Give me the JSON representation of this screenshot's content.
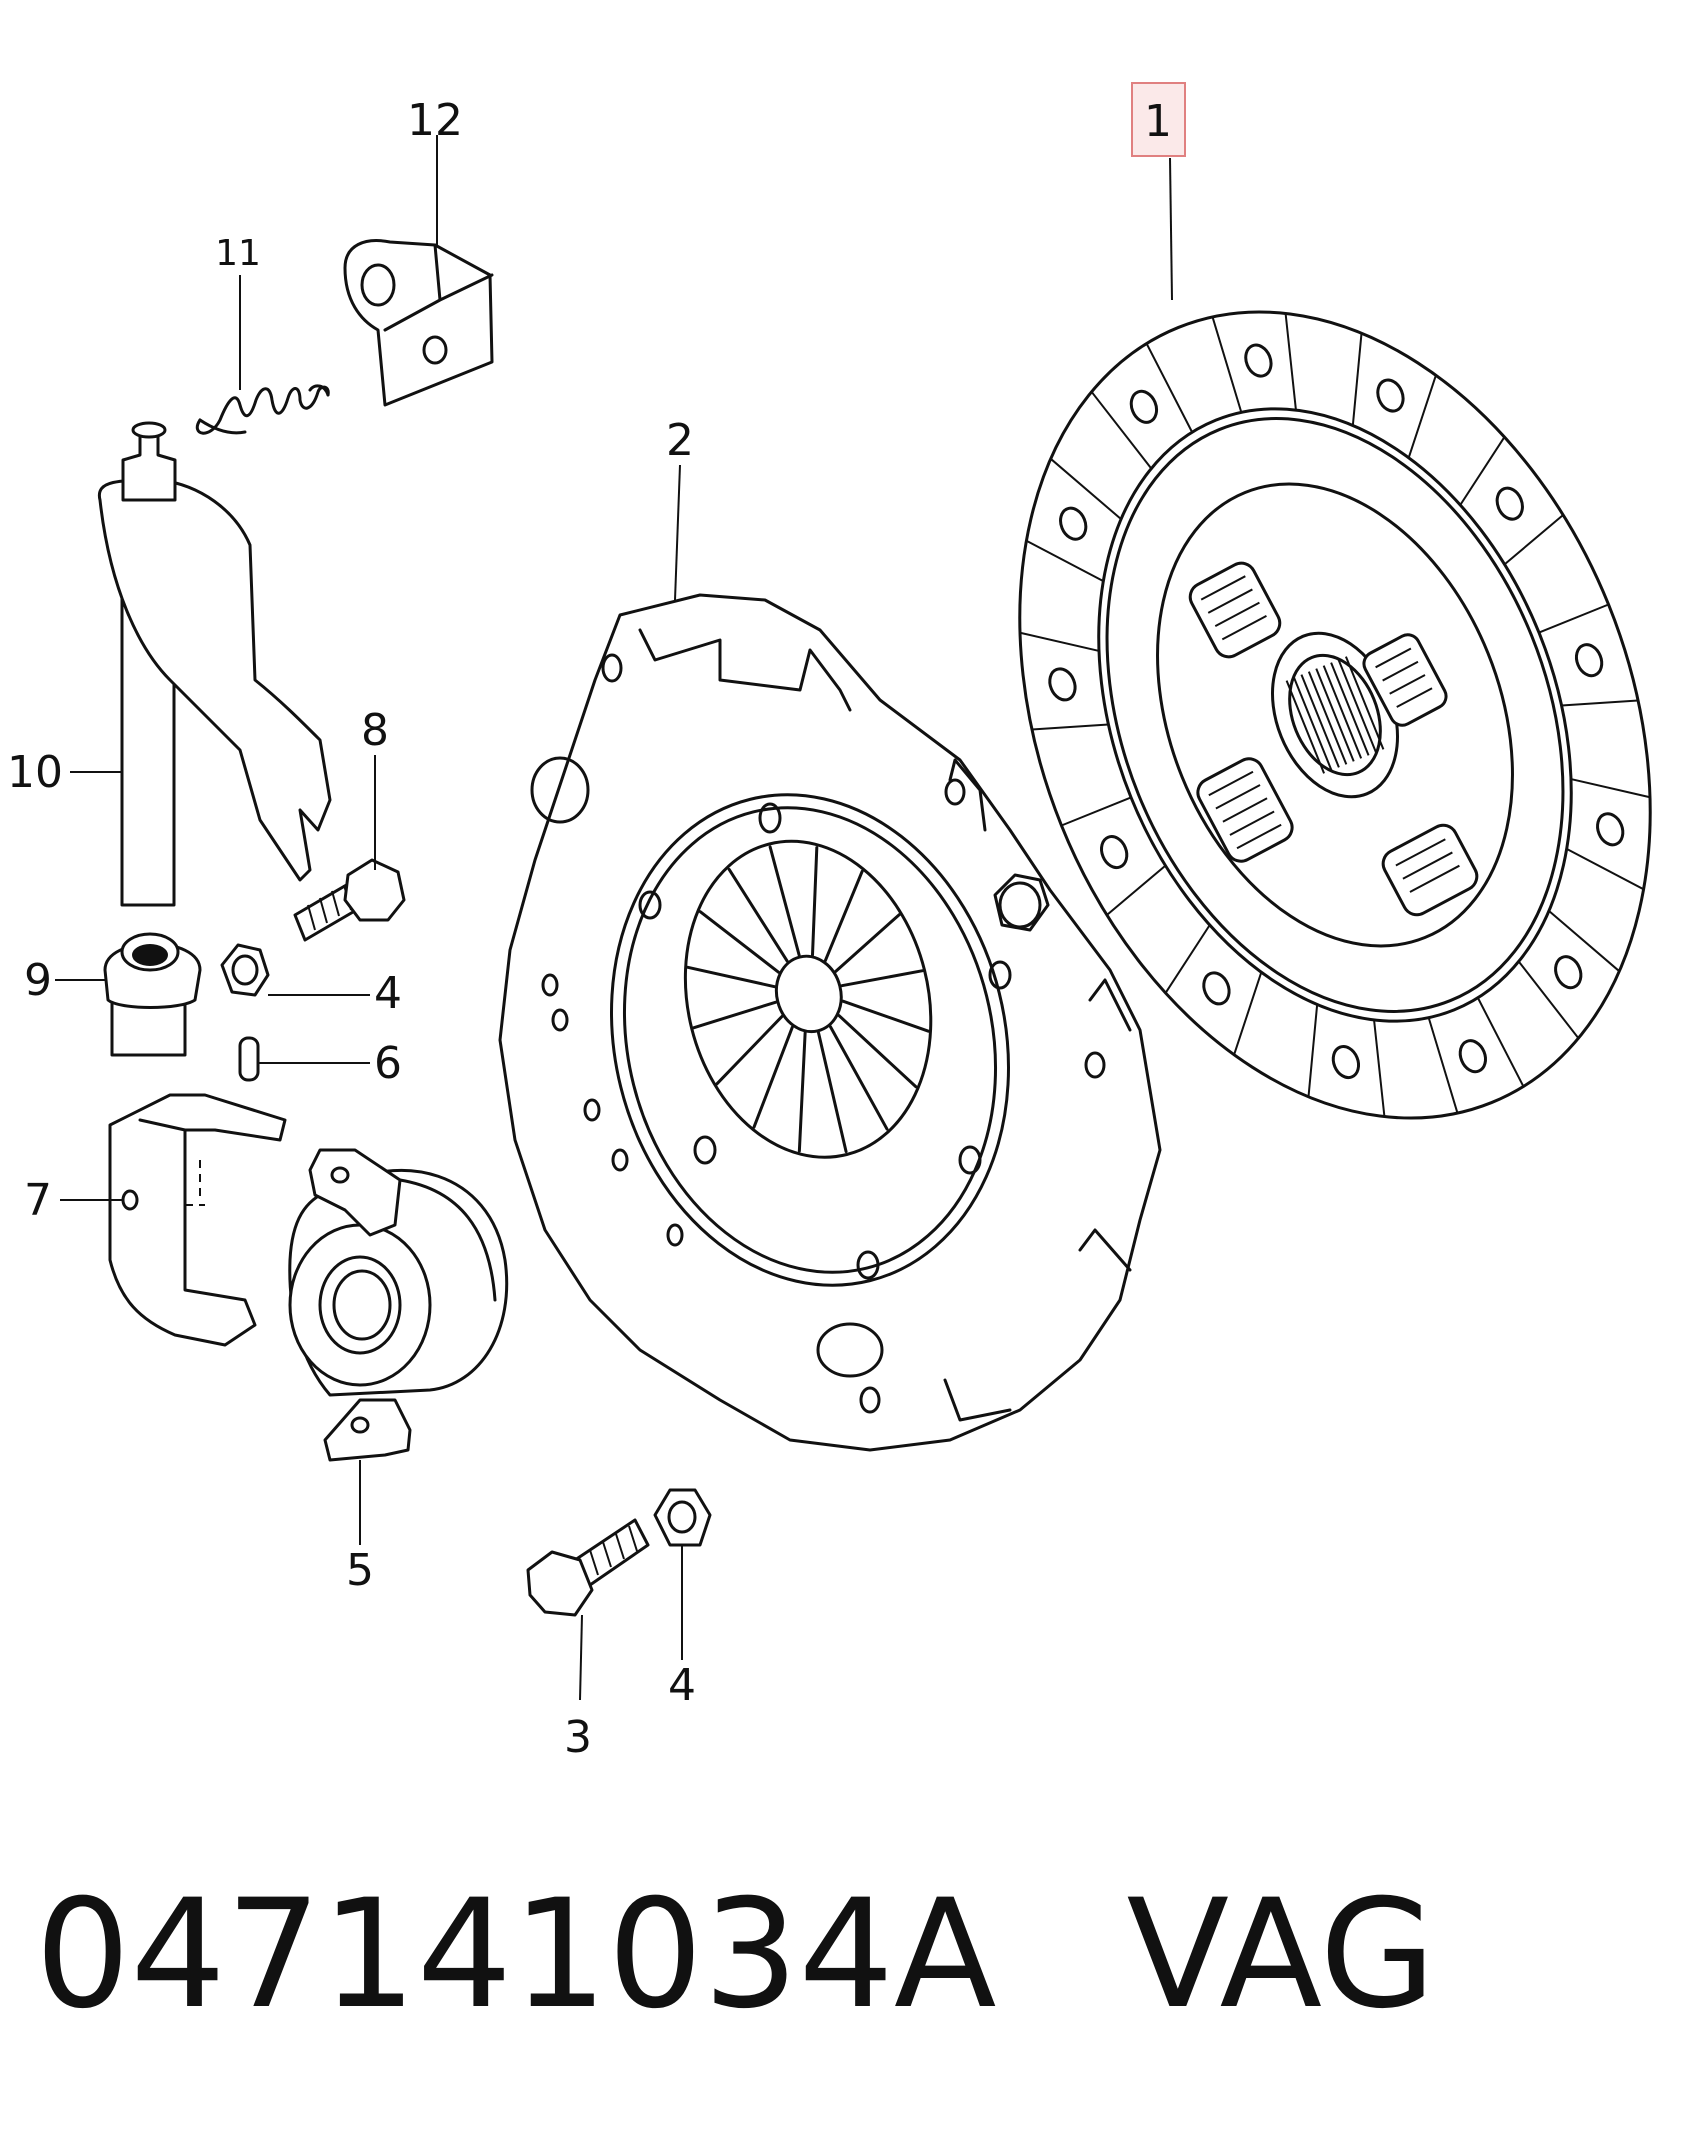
{
  "callouts": {
    "c1": "1",
    "c2": "2",
    "c3": "3",
    "c4a": "4",
    "c4b": "4",
    "c5": "5",
    "c6": "6",
    "c7": "7",
    "c8": "8",
    "c9": "9",
    "c10": "10",
    "c11": "11",
    "c12": "12"
  },
  "highlight_color": "#e08080",
  "footer": {
    "part_number": "047141034A",
    "brand": "VAG"
  }
}
